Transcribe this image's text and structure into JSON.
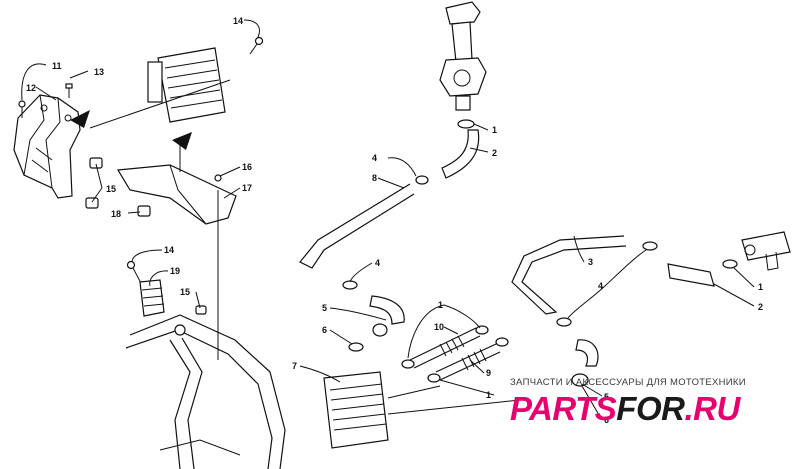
{
  "callouts": [
    {
      "id": "c14a",
      "text": "14"
    },
    {
      "id": "c11",
      "text": "11"
    },
    {
      "id": "c13",
      "text": "13"
    },
    {
      "id": "c12",
      "text": "12"
    },
    {
      "id": "c15a",
      "text": "15"
    },
    {
      "id": "c16",
      "text": "16"
    },
    {
      "id": "c17",
      "text": "17"
    },
    {
      "id": "c18",
      "text": "18"
    },
    {
      "id": "c14b",
      "text": "14"
    },
    {
      "id": "c19",
      "text": "19"
    },
    {
      "id": "c15b",
      "text": "15"
    },
    {
      "id": "c1a",
      "text": "1"
    },
    {
      "id": "c2a",
      "text": "2"
    },
    {
      "id": "c4a",
      "text": "4"
    },
    {
      "id": "c8",
      "text": "8"
    },
    {
      "id": "c3",
      "text": "3"
    },
    {
      "id": "c4b",
      "text": "4"
    },
    {
      "id": "c4c",
      "text": "4"
    },
    {
      "id": "c1b",
      "text": "1"
    },
    {
      "id": "c2b",
      "text": "2"
    },
    {
      "id": "c5a",
      "text": "5"
    },
    {
      "id": "c6a",
      "text": "6"
    },
    {
      "id": "c1c",
      "text": "1"
    },
    {
      "id": "c10",
      "text": "10"
    },
    {
      "id": "c7",
      "text": "7"
    },
    {
      "id": "c9",
      "text": "9"
    },
    {
      "id": "c1d",
      "text": "1"
    },
    {
      "id": "c5b",
      "text": "5"
    },
    {
      "id": "c6b",
      "text": "6"
    }
  ],
  "watermark": {
    "tagline": "ЗАПЧАСТИ И АКСЕССУАРЫ ДЛЯ МОТОТЕХНИКИ",
    "logo_part1": "PARTS",
    "logo_part2": "FOR",
    "logo_part3": ".RU",
    "colors": {
      "pink": "#e8006f",
      "dark": "#1a1a1a"
    }
  }
}
